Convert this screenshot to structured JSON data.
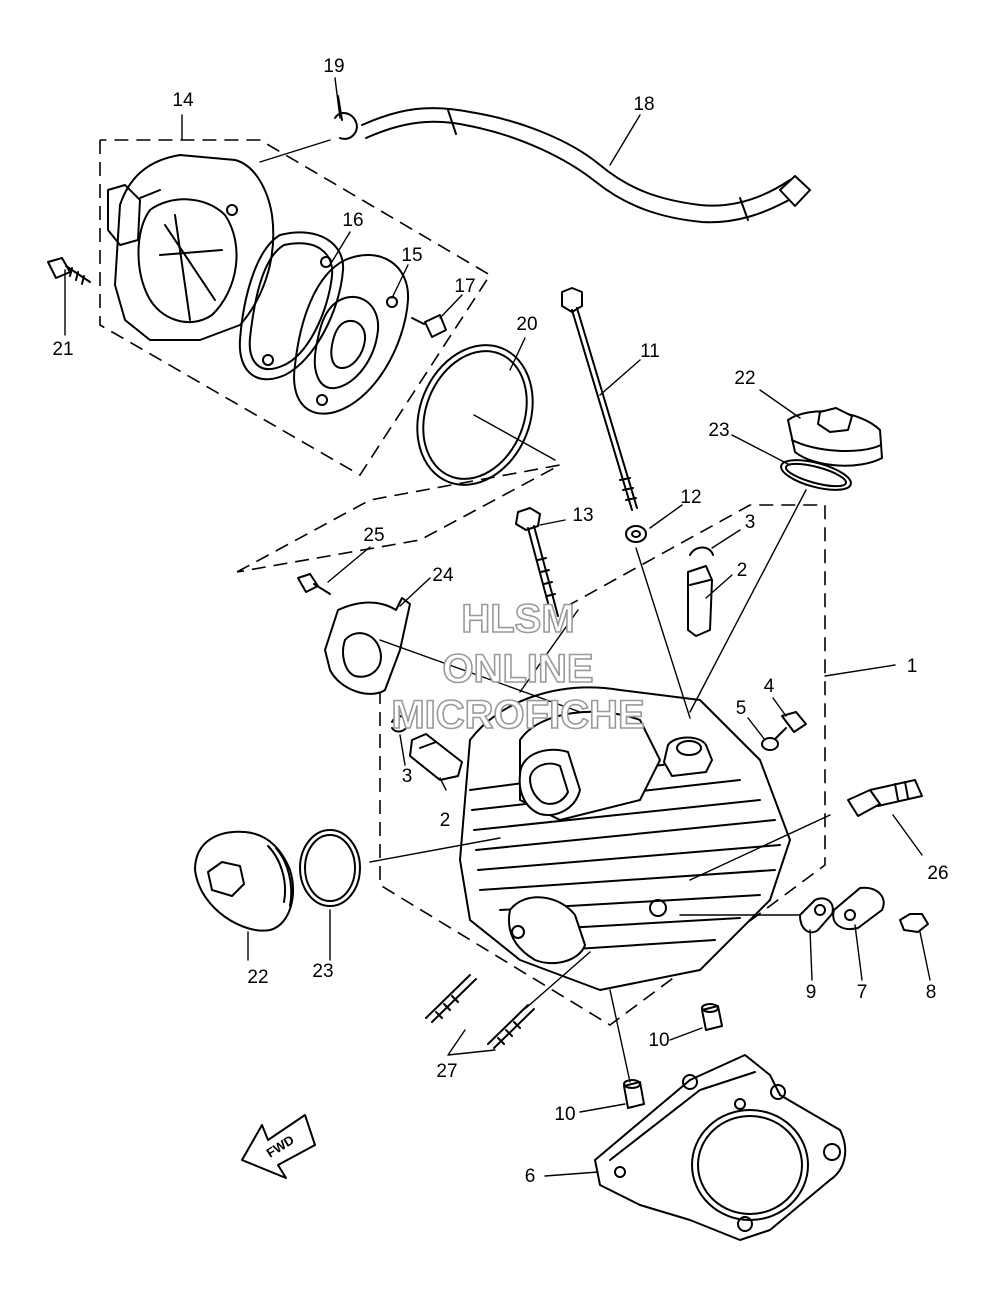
{
  "diagram": {
    "callouts": [
      {
        "id": "c1",
        "label": "1"
      },
      {
        "id": "c2a",
        "label": "2"
      },
      {
        "id": "c2b",
        "label": "2"
      },
      {
        "id": "c3a",
        "label": "3"
      },
      {
        "id": "c3b",
        "label": "3"
      },
      {
        "id": "c4",
        "label": "4"
      },
      {
        "id": "c5",
        "label": "5"
      },
      {
        "id": "c6",
        "label": "6"
      },
      {
        "id": "c7",
        "label": "7"
      },
      {
        "id": "c8",
        "label": "8"
      },
      {
        "id": "c9",
        "label": "9"
      },
      {
        "id": "c10a",
        "label": "10"
      },
      {
        "id": "c10b",
        "label": "10"
      },
      {
        "id": "c11",
        "label": "11"
      },
      {
        "id": "c12",
        "label": "12"
      },
      {
        "id": "c13",
        "label": "13"
      },
      {
        "id": "c14",
        "label": "14"
      },
      {
        "id": "c15",
        "label": "15"
      },
      {
        "id": "c16",
        "label": "16"
      },
      {
        "id": "c17",
        "label": "17"
      },
      {
        "id": "c18",
        "label": "18"
      },
      {
        "id": "c19",
        "label": "19"
      },
      {
        "id": "c20",
        "label": "20"
      },
      {
        "id": "c21",
        "label": "21"
      },
      {
        "id": "c22a",
        "label": "22"
      },
      {
        "id": "c22b",
        "label": "22"
      },
      {
        "id": "c23a",
        "label": "23"
      },
      {
        "id": "c23b",
        "label": "23"
      },
      {
        "id": "c24",
        "label": "24"
      },
      {
        "id": "c25",
        "label": "25"
      },
      {
        "id": "c26",
        "label": "26"
      },
      {
        "id": "c27",
        "label": "27"
      }
    ],
    "direction_label": "FWD",
    "watermark": {
      "line1": "HLSM",
      "line2": "ONLINE",
      "line3": "MICROFICHE",
      "color": "#9a9a9a"
    },
    "line_color": "#000000",
    "background": "#ffffff"
  }
}
